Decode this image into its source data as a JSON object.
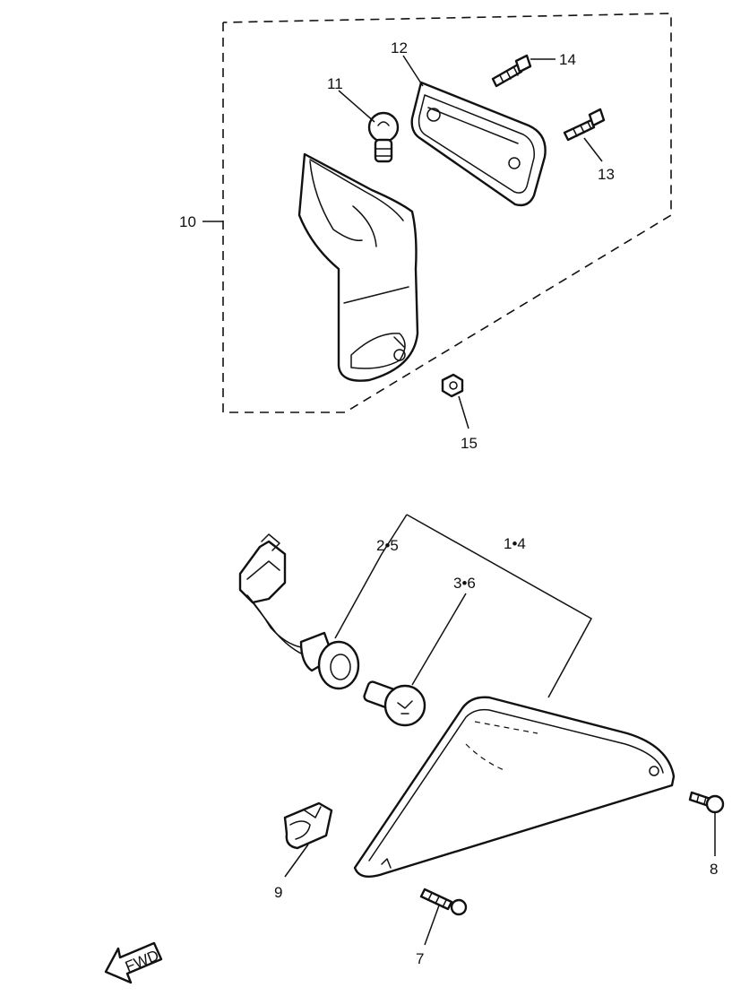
{
  "callouts": {
    "c1_4": "1•4",
    "c2_5": "2•5",
    "c3_6": "3•6",
    "c7": "7",
    "c8": "8",
    "c9": "9",
    "c10": "10",
    "c11": "11",
    "c12": "12",
    "c13": "13",
    "c14": "14",
    "c15": "15"
  },
  "direction_arrow": {
    "label": "FWD"
  }
}
